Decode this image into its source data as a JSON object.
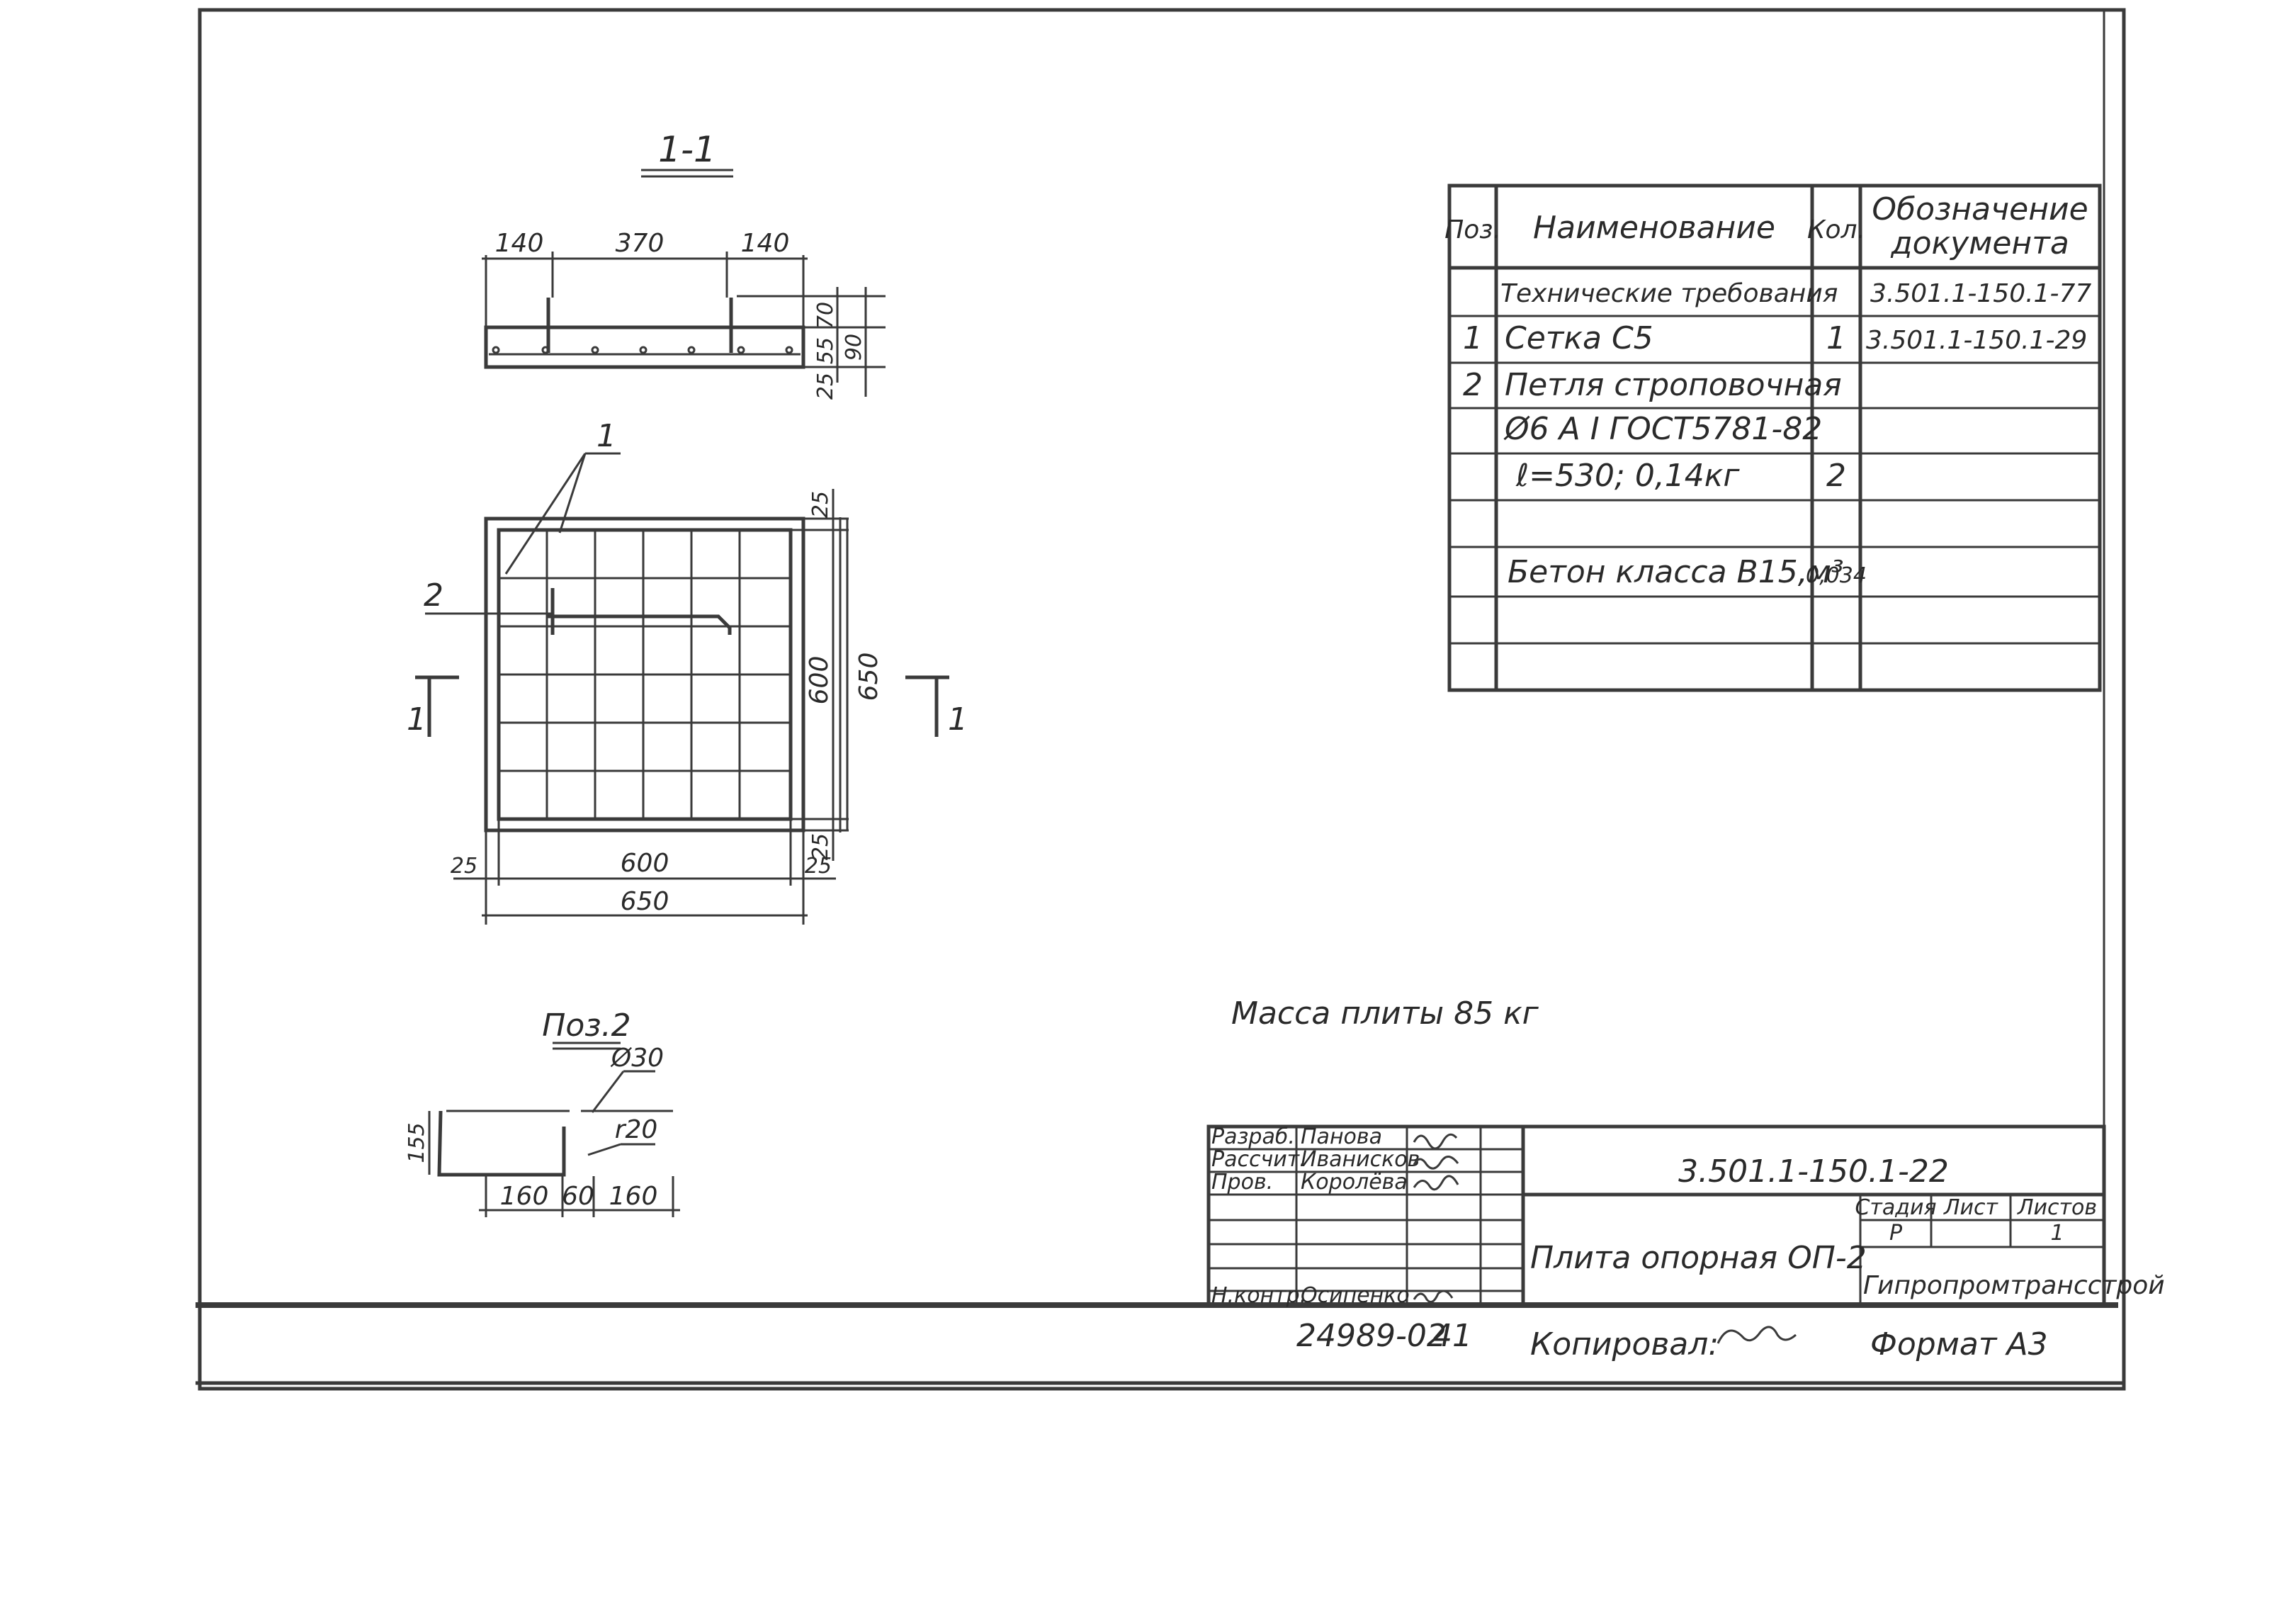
{
  "section_title": "1-1",
  "section_dims": {
    "left": "140",
    "middle": "370",
    "right": "140",
    "h_top": "70",
    "h_mid": "55",
    "h_total": "90",
    "h_bottom": "25"
  },
  "plan": {
    "callout_mesh": "1",
    "callout_loop": "2",
    "cut_label_left": "1",
    "cut_label_right": "1",
    "dim_top_margin": "25",
    "dim_bottom_margin": "25",
    "dim_inner_vertical": "600",
    "dim_outer_vertical": "650",
    "dim_left_margin": "25",
    "dim_inner_horizontal": "600",
    "dim_right_margin": "25",
    "dim_outer_horizontal": "650"
  },
  "poz2": {
    "title": "Поз.2",
    "d_label": "Ø30",
    "r_label": "r20",
    "height": "155",
    "l_left": "160",
    "l_mid": "60",
    "l_right": "160"
  },
  "mass_note": "Масса плиты 85 кг",
  "spec": {
    "headers": {
      "pos": "Поз.",
      "name": "Наименование",
      "qty": "Кол.",
      "doc_line1": "Обозначение",
      "doc_line2": "документа"
    },
    "rows": [
      {
        "pos": "",
        "name": "Технические требования",
        "qty": "",
        "doc": "3.501.1-150.1-77"
      },
      {
        "pos": "1",
        "name": "Сетка С5",
        "qty": "1",
        "doc": "3.501.1-150.1-29"
      },
      {
        "pos": "2",
        "name": "Петля строповочная",
        "qty": "",
        "doc": ""
      },
      {
        "pos": "",
        "name": "Ø6 A I ГОСТ5781-82",
        "qty": "",
        "doc": ""
      },
      {
        "pos": "",
        "name": "ℓ=530; 0,14кг",
        "qty": "2",
        "doc": ""
      },
      {
        "pos": "",
        "name": "",
        "qty": "",
        "doc": ""
      },
      {
        "pos": "",
        "name": "Бетон класса В15,м³",
        "qty": "0,034",
        "doc": ""
      },
      {
        "pos": "",
        "name": "",
        "qty": "",
        "doc": ""
      },
      {
        "pos": "",
        "name": "",
        "qty": "",
        "doc": ""
      }
    ]
  },
  "title_block": {
    "signatures": [
      {
        "role": "Разраб.",
        "name": "Панова"
      },
      {
        "role": "Рассчит.",
        "name": "Иванисков"
      },
      {
        "role": "Пров.",
        "name": "Королёва"
      },
      {
        "role": "",
        "name": ""
      },
      {
        "role": "",
        "name": ""
      },
      {
        "role": "",
        "name": ""
      },
      {
        "role": "Н.контр.",
        "name": "Осипенко"
      }
    ],
    "designation": "3.501.1-150.1-22",
    "product_name": "Плита опорная ОП-2",
    "stage_header": "Стадия",
    "sheet_header": "Лист",
    "sheets_header": "Листов",
    "stage_value": "Р",
    "sheets_value": "1",
    "organization": "Гипропромтрансстрой"
  },
  "footer": {
    "archive_no": "24989-02",
    "sheet_no": "41",
    "copied": "Копировал:",
    "format": "Формат А3"
  }
}
